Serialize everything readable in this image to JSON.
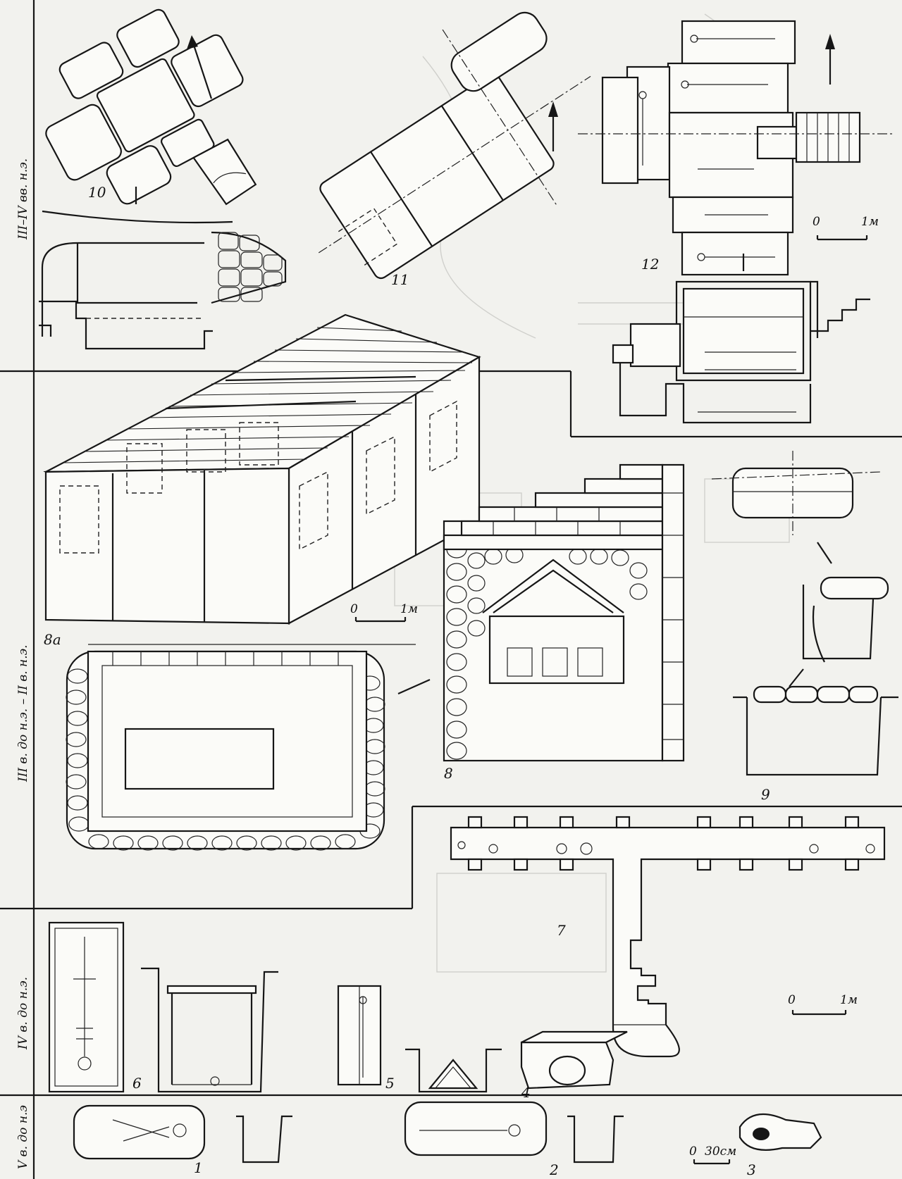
{
  "periods": [
    {
      "id": "p1",
      "text": "III–IV вв. н.э."
    },
    {
      "id": "p2",
      "text": "III в. до н.э. – II в. н.э."
    },
    {
      "id": "p3",
      "text": "IV в. до н.э."
    },
    {
      "id": "p4",
      "text": "V в. до н.э"
    }
  ],
  "figures": {
    "f1": "1",
    "f2": "2",
    "f3": "3",
    "f4": "4",
    "f5": "5",
    "f6": "6",
    "f7": "7",
    "f8": "8",
    "f8a": "8а",
    "f9": "9",
    "f10": "10",
    "f11": "11",
    "f12": "12"
  },
  "scales": {
    "zero": "0",
    "one_m": "1м",
    "thirty_cm": "30см"
  },
  "colors": {
    "ink": "#161616",
    "paper": "#f2f2ee"
  }
}
